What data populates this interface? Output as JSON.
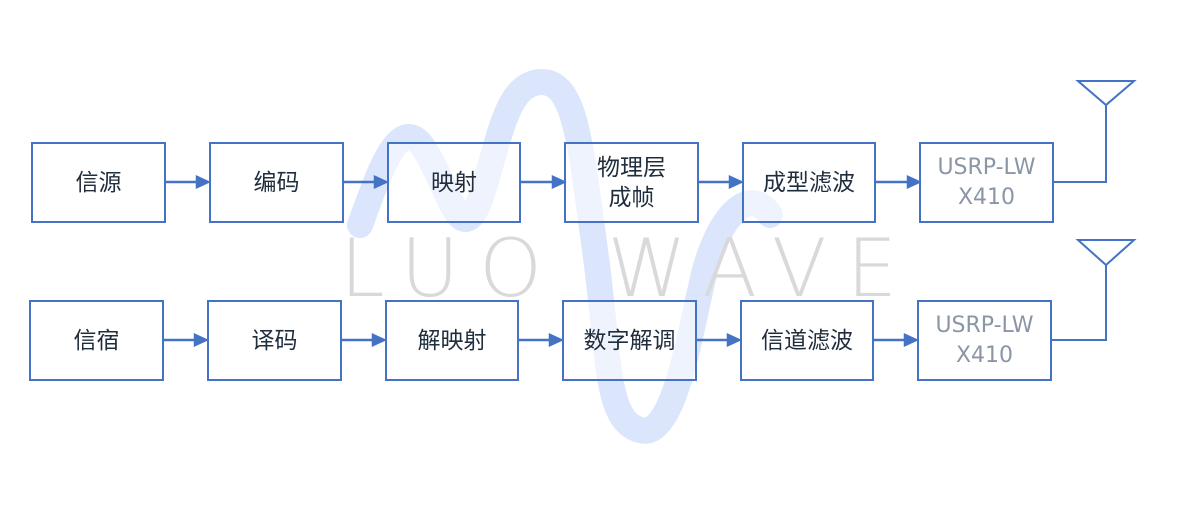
{
  "watermark": "LUO WAVE",
  "tx_chain": {
    "blocks": [
      "信源",
      "编码",
      "映射",
      "物理层\n成帧",
      "成型滤波",
      "USRP-LW\nX410"
    ]
  },
  "rx_chain": {
    "blocks": [
      "信宿",
      "译码",
      "解映射",
      "数字解调",
      "信道滤波",
      "USRP-LW\nX410"
    ]
  },
  "colors": {
    "box_border": "#4472c4",
    "arrow": "#4472c4",
    "watermark_wave": "#dbe5fb",
    "watermark_text": "#d9d9d9"
  }
}
